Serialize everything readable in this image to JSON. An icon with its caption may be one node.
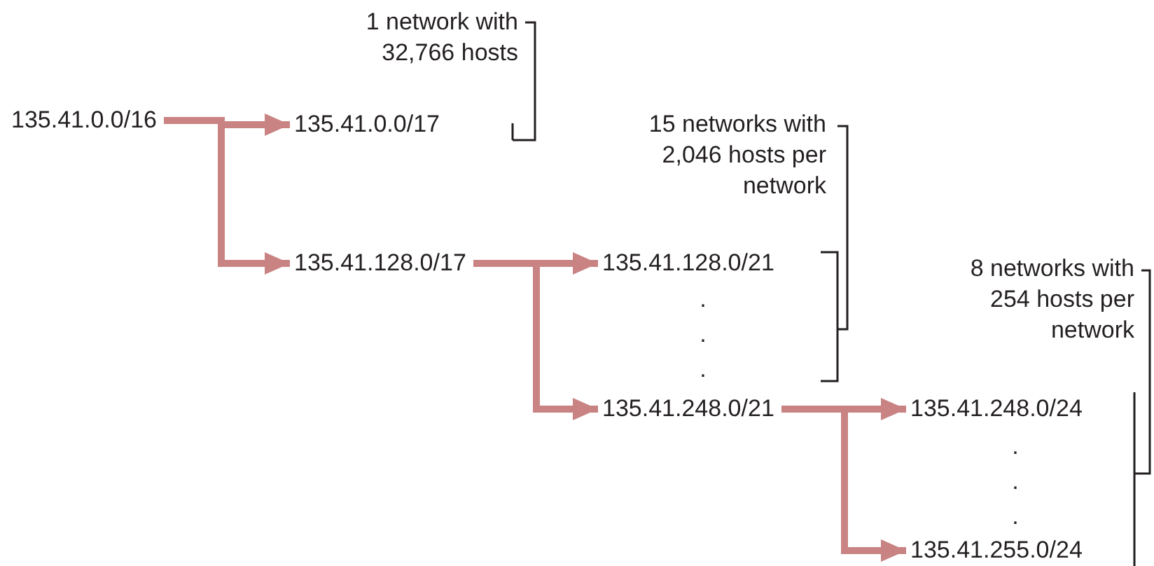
{
  "diagram": {
    "nodes": [
      {
        "text": [
          "135.41.0.0/16"
        ]
      },
      {
        "text": [
          "135.41.0.0/17"
        ]
      },
      {
        "text": [
          "135.41.128.0/17"
        ]
      },
      {
        "text": [
          "135.41.128.0/21"
        ]
      },
      {
        "text": [
          "135.41.248.0/21"
        ]
      },
      {
        "text": [
          "135.41.248.0/24"
        ]
      },
      {
        "text": [
          "135.41.255.0/24"
        ]
      }
    ],
    "edges": [
      {
        "from": 0,
        "to": 1,
        "arrow": "to"
      },
      {
        "from": 0,
        "to": 2,
        "arrow": "to"
      },
      {
        "from": 2,
        "to": 3,
        "arrow": "to"
      },
      {
        "from": 2,
        "to": 4,
        "arrow": "to"
      },
      {
        "from": 4,
        "to": 5,
        "arrow": "to"
      },
      {
        "from": 4,
        "to": 6,
        "arrow": "to"
      }
    ],
    "labels": [
      "1 network with 32,766 hosts",
      "15 networks with 2,046 hosts per network",
      ".",
      ".",
      ".",
      "8 networks with 254 hosts per network",
      ".",
      ".",
      "."
    ]
  }
}
